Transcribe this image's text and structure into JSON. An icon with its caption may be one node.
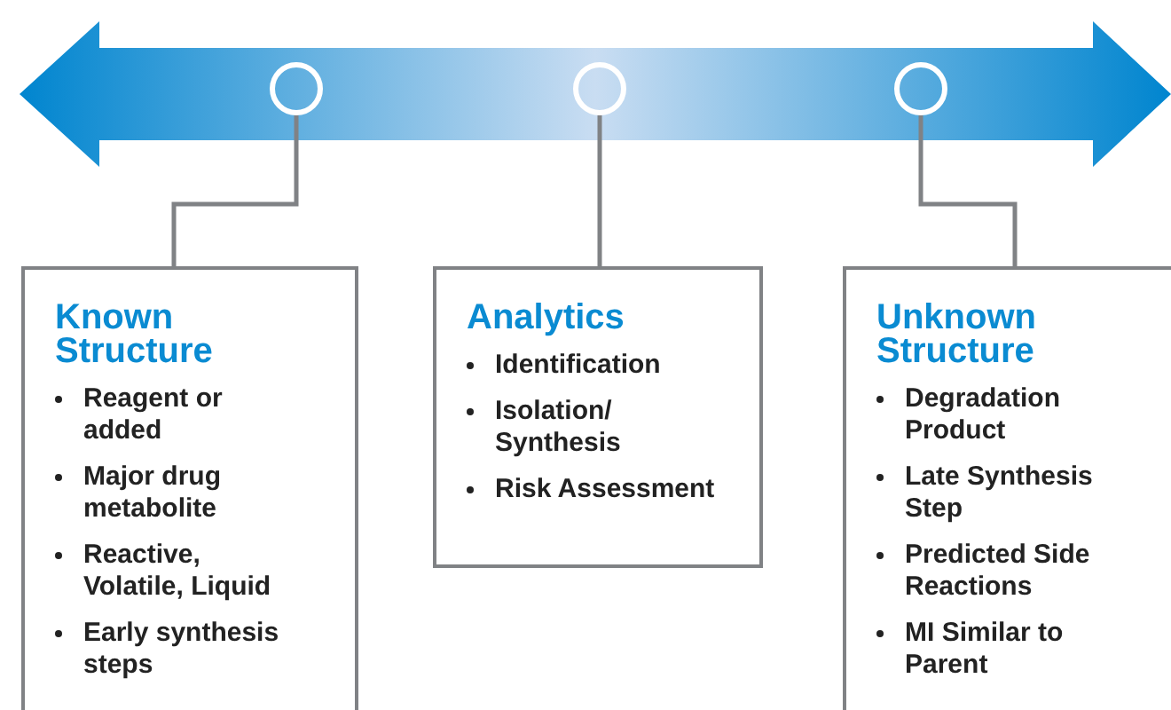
{
  "diagram": {
    "nodes": [
      {
        "text": [],
        "shape": "circle"
      },
      {
        "text": [],
        "shape": "circle"
      },
      {
        "text": [],
        "shape": "circle"
      },
      {
        "text": [
          "Known Structure",
          "Reagent or added",
          "Major drug metabolite",
          "Reactive, Volatile, Liquid",
          "Early synthesis steps"
        ]
      },
      {
        "text": [
          "Analytics",
          "Identification",
          "Isolation/ Synthesis",
          "Risk Assessment"
        ]
      },
      {
        "text": [
          "Unknown Structure",
          "Degradation Product",
          "Late Synthesis Step",
          "Predicted Side Reactions",
          "MI Similar to Parent"
        ]
      }
    ],
    "edges": [
      {
        "from": 0,
        "to": 3,
        "arrow": "none"
      },
      {
        "from": 1,
        "to": 4,
        "arrow": "none"
      },
      {
        "from": 2,
        "to": 5,
        "arrow": "none"
      }
    ]
  }
}
